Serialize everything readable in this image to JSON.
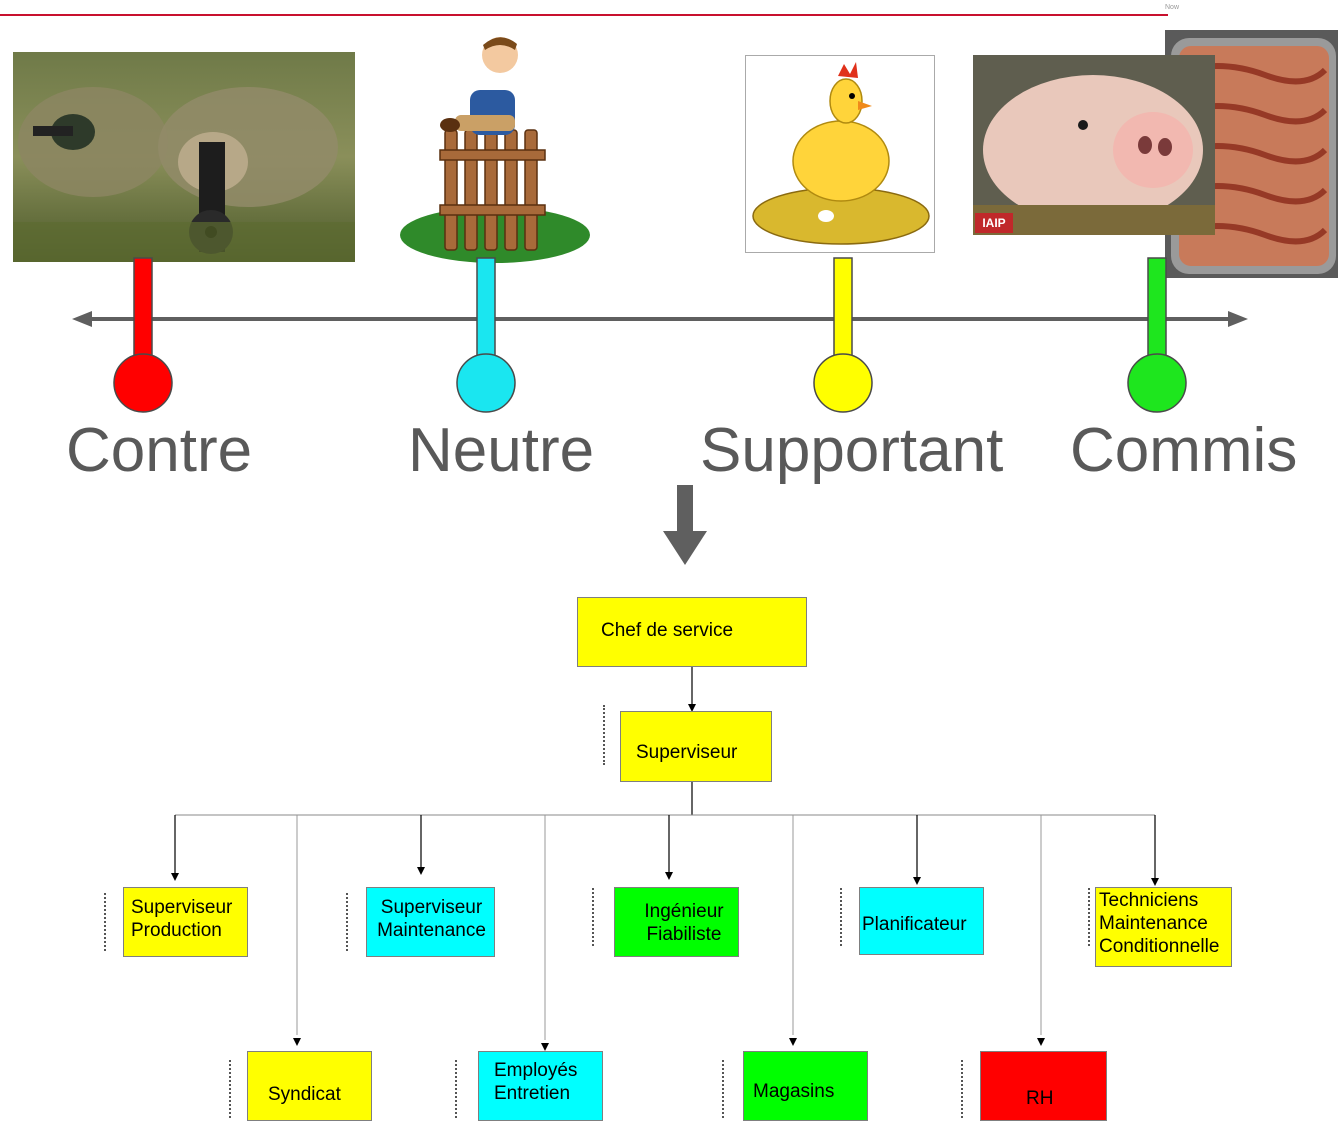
{
  "header": {
    "corner_caption": "Now"
  },
  "scale": {
    "line_color": "#5f5f5f",
    "stances": [
      {
        "label": "Contre",
        "color": "#ff0000",
        "image": "sniper-photo"
      },
      {
        "label": "Neutre",
        "color": "#1ae6f0",
        "image": "fence-sitter-cartoon"
      },
      {
        "label": "Supportant",
        "color": "#ffff00",
        "image": "chicken-cartoon"
      },
      {
        "label": "Commis",
        "color": "#1ee61e",
        "image": "pig-and-bacon-photo"
      }
    ],
    "pig_logo_text": "IAIP"
  },
  "org_chart": {
    "top": {
      "label": "Chef de service",
      "color": "#ffff00"
    },
    "second": {
      "label": "Superviseur",
      "color": "#ffff00"
    },
    "row1": [
      {
        "label": "Superviseur\nProduction",
        "color": "#ffff00"
      },
      {
        "label": "Superviseur\nMaintenance",
        "color": "#00ffff"
      },
      {
        "label": "Ingénieur\nFiabiliste",
        "color": "#00ff00"
      },
      {
        "label": "Planificateur",
        "color": "#00ffff"
      },
      {
        "label": "Techniciens\nMaintenance\nConditionnelle",
        "color": "#ffff00"
      }
    ],
    "row2": [
      {
        "label": "Syndicat",
        "color": "#ffff00"
      },
      {
        "label": "Employés\nEntretien",
        "color": "#00ffff"
      },
      {
        "label": "Magasins",
        "color": "#00ff00"
      },
      {
        "label": "RH",
        "color": "#ff0000"
      }
    ]
  }
}
